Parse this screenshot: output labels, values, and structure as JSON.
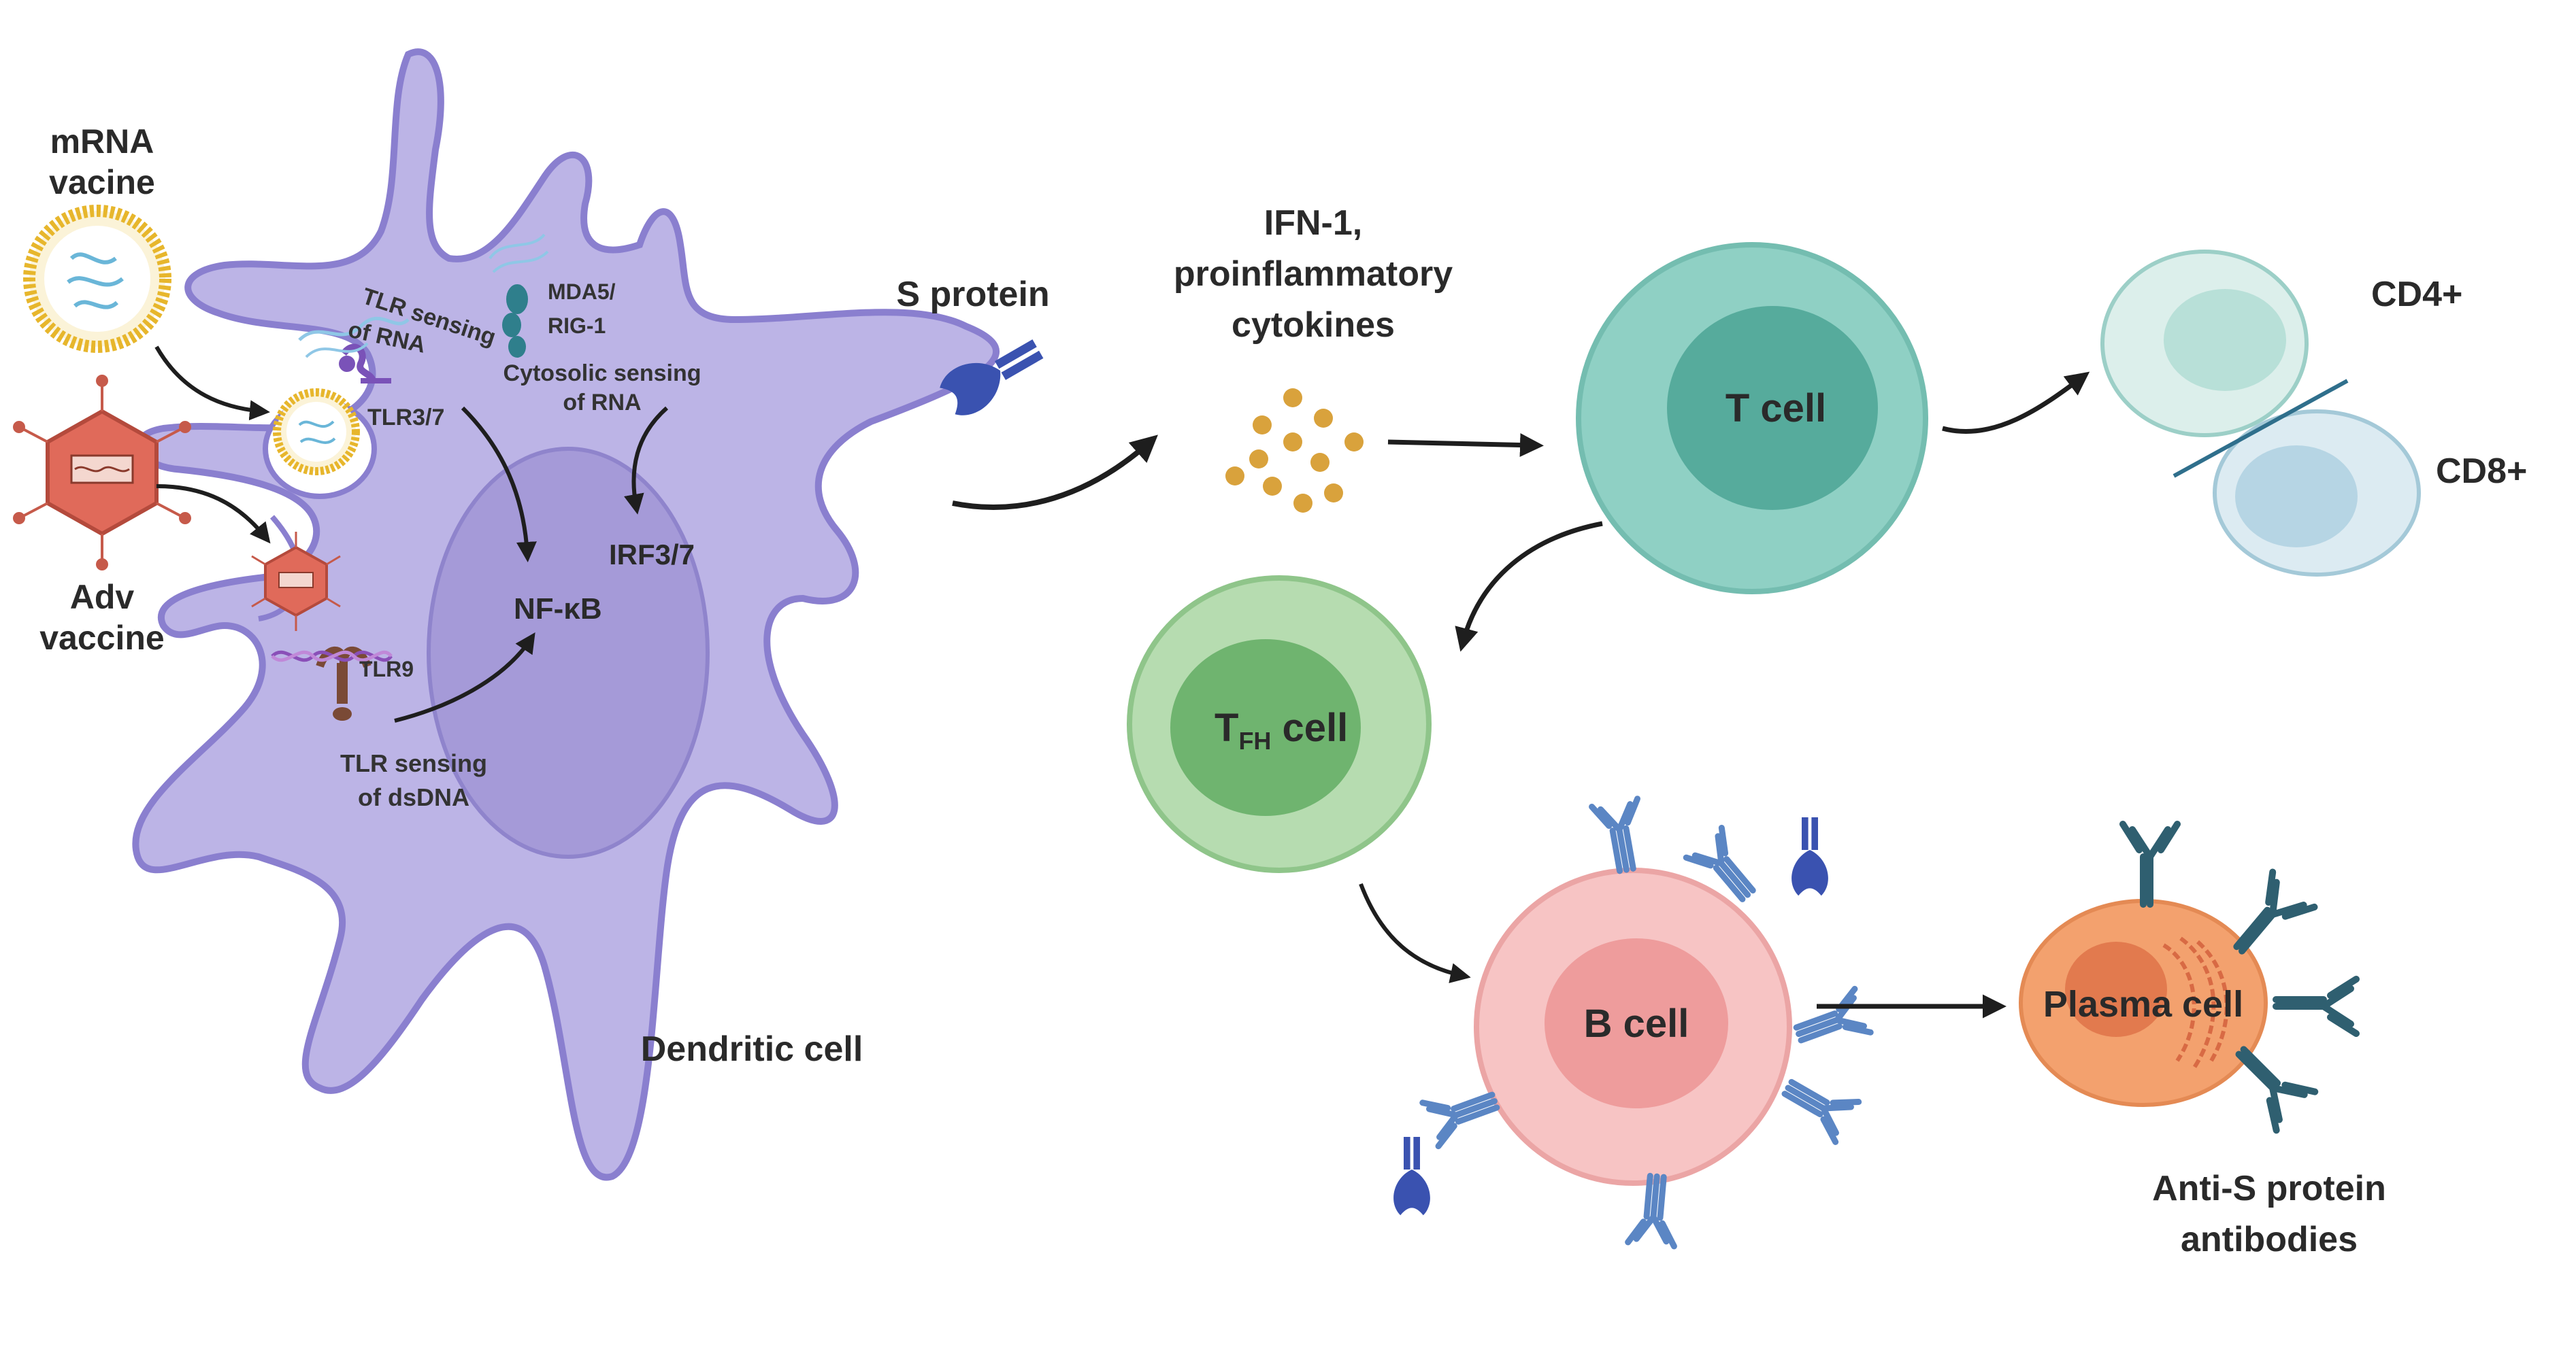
{
  "labels": {
    "mrna_vaccine_line1": "mRNA",
    "mrna_vaccine_line2": "vacine",
    "adv_vaccine_line1": "Adv",
    "adv_vaccine_line2": "vaccine",
    "tlr_rna_line1": "TLR sensing",
    "tlr_rna_line2": "of RNA",
    "tlr37": "TLR3/7",
    "mda5_line1": "MDA5/",
    "mda5_line2": "RIG-1",
    "cytosolic_line1": "Cytosolic sensing",
    "cytosolic_line2": "of RNA",
    "irf37": "IRF3/7",
    "nfkb": "NF-κB",
    "tlr9": "TLR9",
    "tlr_dsdna_line1": "TLR sensing",
    "tlr_dsdna_line2": "of dsDNA",
    "dendritic_cell": "Dendritic cell",
    "s_protein": "S protein",
    "ifn_line1": "IFN-1,",
    "ifn_line2": "proinflammatory",
    "ifn_line3": "cytokines",
    "t_cell": "T cell",
    "cd4": "CD4+",
    "cd8": "CD8+",
    "tfh_main": "T",
    "tfh_sub": "FH",
    "tfh_suffix": " cell",
    "b_cell": "B cell",
    "plasma_cell": "Plasma cell",
    "antibodies_line1": "Anti-S protein",
    "antibodies_line2": "antibodies"
  },
  "colors": {
    "dendritic_body": "#bcb4e6",
    "dendritic_outline": "#8a7fcf",
    "nucleus": "#a59ad8",
    "t_cell_outer": "#8fd0c4",
    "t_cell_inner": "#56ab9c",
    "tfh_outer": "#b6dcb0",
    "tfh_inner": "#6fb46f",
    "b_cell_outer": "#f7c4c4",
    "b_cell_inner": "#ee9c9c",
    "plasma_cell": "#f3a16e",
    "antibody": "#5b86c4",
    "antibody_dark": "#2f5f70",
    "cytokine": "#d9a23c",
    "arrow": "#1e1e1e"
  }
}
